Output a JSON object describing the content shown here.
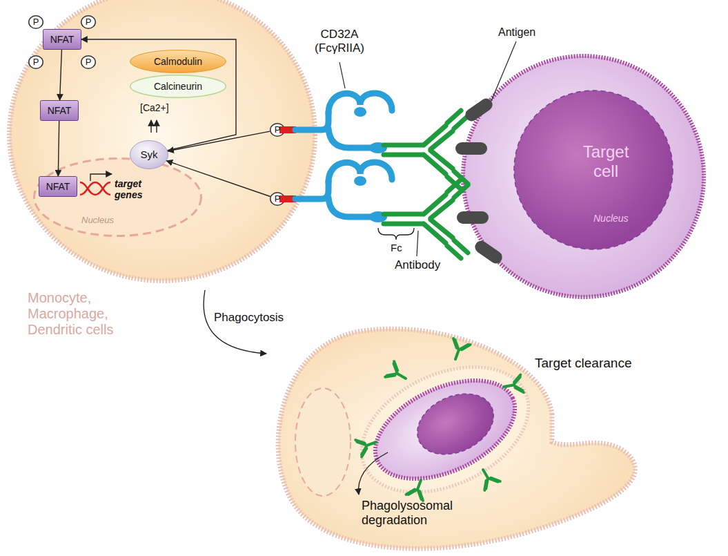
{
  "diagram": {
    "nodes": [
      {
        "text": [
          "Monocyte, Macrophage, Dendritic cells"
        ]
      },
      {
        "text": [
          "NFAT"
        ],
        "in": 0
      },
      {
        "text": [
          "P"
        ],
        "in": 0
      },
      {
        "text": [
          "P"
        ],
        "in": 0
      },
      {
        "text": [
          "P"
        ],
        "in": 0
      },
      {
        "text": [
          "P"
        ],
        "in": 0
      },
      {
        "text": [
          "Calmodulin"
        ],
        "in": 0
      },
      {
        "text": [
          "Calcineurin"
        ],
        "in": 0
      },
      {
        "text": [
          "NFAT"
        ],
        "in": 0
      },
      {
        "text": [
          "target genes",
          "Nucleus"
        ],
        "in": 0
      },
      {
        "text": [
          "NFAT"
        ],
        "in": 9
      },
      {
        "text": [
          "Syk"
        ],
        "in": 0
      },
      {
        "text": [
          "P"
        ],
        "in": 0
      },
      {
        "text": [
          "P"
        ],
        "in": 0
      },
      {
        "text": [
          "Target cell",
          "Nucleus"
        ]
      }
    ],
    "edges": [
      {
        "from": 1,
        "to": 8,
        "arrow": "to"
      },
      {
        "from": 8,
        "to": 10,
        "arrow": "to"
      },
      {
        "from": 11,
        "to": 1,
        "arrow": "to"
      },
      {
        "from": 12,
        "to": 11,
        "arrow": "to"
      },
      {
        "from": 13,
        "to": 11,
        "arrow": "to"
      }
    ],
    "labels": [
      "[Ca2+]",
      "CD32A (FcγRIIA)",
      "Antigen",
      "Fc",
      "Antibody",
      "Phagocytosis",
      "Target clearance",
      "Phagolysosomal degradation"
    ]
  }
}
